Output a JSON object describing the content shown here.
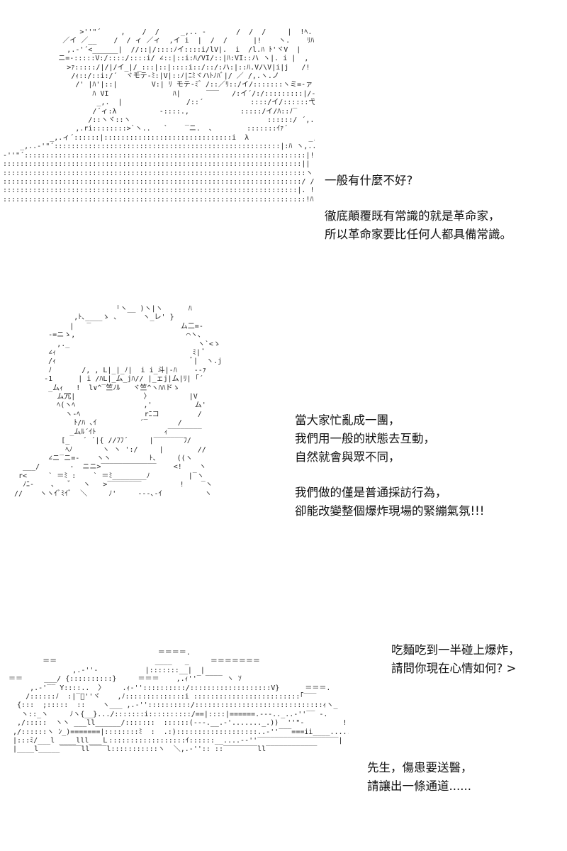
{
  "panels": [
    {
      "art_label": "ascii-art-character-thinking",
      "dialogues": [
        {
          "lines": [
            "一般有什麼不好?"
          ]
        },
        {
          "lines": [
            "徹底顛覆既有常識的就是革命家，",
            "所以革命家要比任何人都具備常識。"
          ]
        }
      ]
    },
    {
      "art_label": "ascii-art-character-speaking",
      "dialogues": [
        {
          "lines": [
            "當大家忙亂成一團，",
            "我們用一般的狀態去互動，",
            "自然就會與眾不同，"
          ]
        },
        {
          "lines": [
            "我們做的僅是普通採訪行為，",
            "卻能改變整個爆炸現場的緊繃氣氛!!!"
          ]
        }
      ]
    },
    {
      "art_label": "ascii-art-collapsed-scene",
      "dialogues": [
        {
          "lines": [
            "吃麵吃到一半碰上爆炸，",
            "請問你現在心情如何? >"
          ]
        },
        {
          "lines": [
            "先生，傷患要送醫，",
            "請讓出一條通道......"
          ]
        }
      ]
    }
  ]
}
